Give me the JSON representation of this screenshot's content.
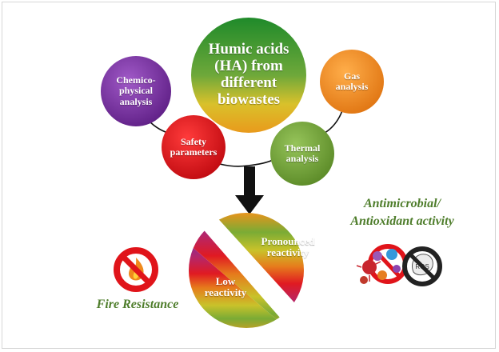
{
  "nodes": {
    "humic_acids": "Humic acids (HA) from different biowastes",
    "chemico_physical": "Chemico-physical analysis",
    "gas": "Gas analysis",
    "safety": "Safety parameters",
    "thermal": "Thermal analysis"
  },
  "outcomes": {
    "pronounced": "Pronounced reactivity",
    "low": "Low reactivity",
    "fire": "Fire Resistance",
    "antimicrobial": "Antimicrobial/ Antioxidant activity",
    "ros_label": "ROS"
  },
  "icons": {
    "fire": "no-fire-icon",
    "microbes": "microbes-cluster-icon",
    "ros": "no-ros-icon"
  },
  "colors": {
    "purple": "#7b2fa0",
    "orange": "#f08a1c",
    "red": "#e0141a",
    "green": "#79a83a",
    "caption": "#4e7d2b"
  }
}
